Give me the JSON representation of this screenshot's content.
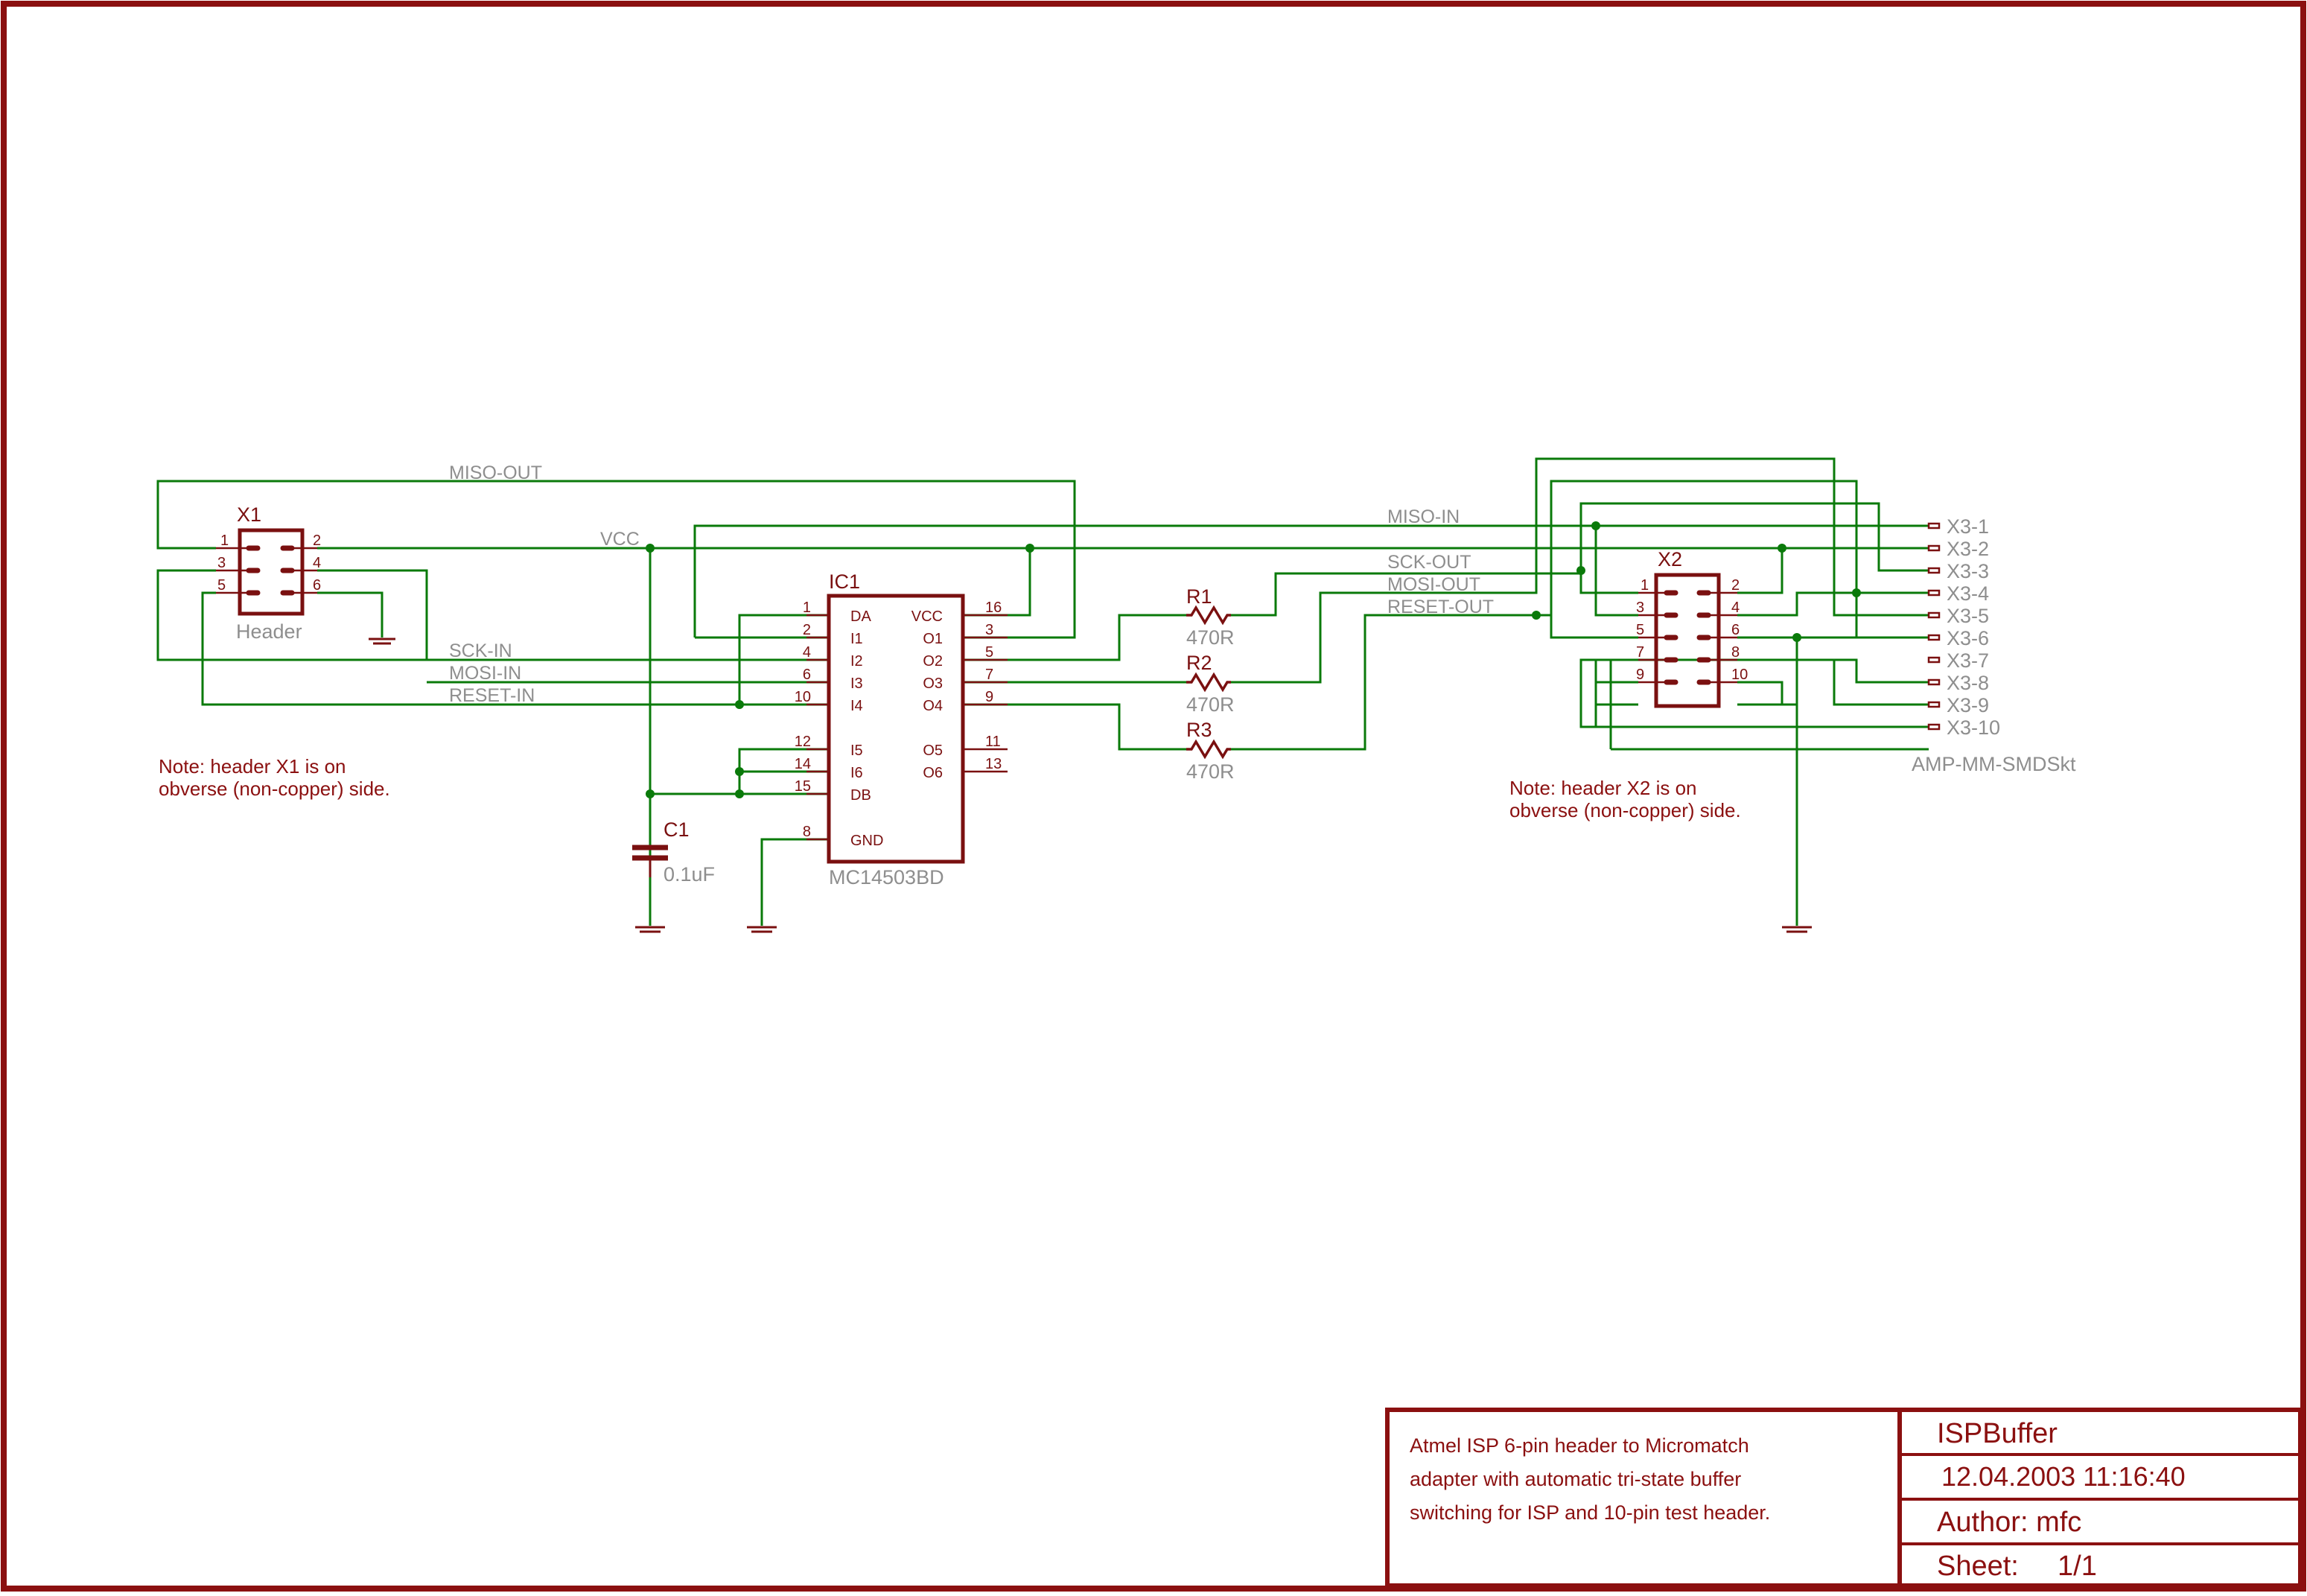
{
  "sheet": {
    "frame_color": "#8b1010",
    "wire_color": "#0a7a0a",
    "label_color": "#8e8e8e"
  },
  "nets": {
    "miso_out": "MISO-OUT",
    "vcc": "VCC",
    "sck_in": "SCK-IN",
    "mosi_in": "MOSI-IN",
    "reset_in": "RESET-IN",
    "miso_in": "MISO-IN",
    "sck_out": "SCK-OUT",
    "mosi_out": "MOSI-OUT",
    "reset_out": "RESET-OUT"
  },
  "x1": {
    "name": "X1",
    "value": "Header",
    "pins": [
      "1",
      "2",
      "3",
      "4",
      "5",
      "6"
    ],
    "note_line1": "Note: header X1 is on",
    "note_line2": "obverse (non-copper) side."
  },
  "ic1": {
    "name": "IC1",
    "value": "MC14503BD",
    "left_pins": [
      {
        "num": "1",
        "label": "DA"
      },
      {
        "num": "2",
        "label": "I1"
      },
      {
        "num": "4",
        "label": "I2"
      },
      {
        "num": "6",
        "label": "I3"
      },
      {
        "num": "10",
        "label": "I4"
      },
      {
        "num": "12",
        "label": "I5"
      },
      {
        "num": "14",
        "label": "I6"
      },
      {
        "num": "15",
        "label": "DB"
      },
      {
        "num": "8",
        "label": "GND"
      }
    ],
    "right_pins": [
      {
        "num": "16",
        "label": "VCC"
      },
      {
        "num": "3",
        "label": "O1"
      },
      {
        "num": "5",
        "label": "O2"
      },
      {
        "num": "7",
        "label": "O3"
      },
      {
        "num": "9",
        "label": "O4"
      },
      {
        "num": "11",
        "label": "O5"
      },
      {
        "num": "13",
        "label": "O6"
      }
    ]
  },
  "c1": {
    "name": "C1",
    "value": "0.1uF"
  },
  "resistors": [
    {
      "name": "R1",
      "value": "470R"
    },
    {
      "name": "R2",
      "value": "470R"
    },
    {
      "name": "R3",
      "value": "470R"
    }
  ],
  "x2": {
    "name": "X2",
    "value": "AMP-MM-SMDSkt",
    "pins": [
      "1",
      "2",
      "3",
      "4",
      "5",
      "6",
      "7",
      "8",
      "9",
      "10"
    ],
    "note_line1": "Note: header X2 is on",
    "note_line2": "obverse (non-copper) side."
  },
  "x3_labels": [
    "X3-1",
    "X3-2",
    "X3-3",
    "X3-4",
    "X3-5",
    "X3-6",
    "X3-7",
    "X3-8",
    "X3-9",
    "X3-10"
  ],
  "title_block": {
    "description_line1": "Atmel ISP 6-pin header to Micromatch",
    "description_line2": "adapter with automatic tri-state buffer",
    "description_line3": "switching for ISP and 10-pin test header.",
    "title": "ISPBuffer",
    "date": "12.04.2003 11:16:40",
    "author": "Author: mfc",
    "sheet_label": "Sheet:",
    "sheet_value": "1/1"
  }
}
